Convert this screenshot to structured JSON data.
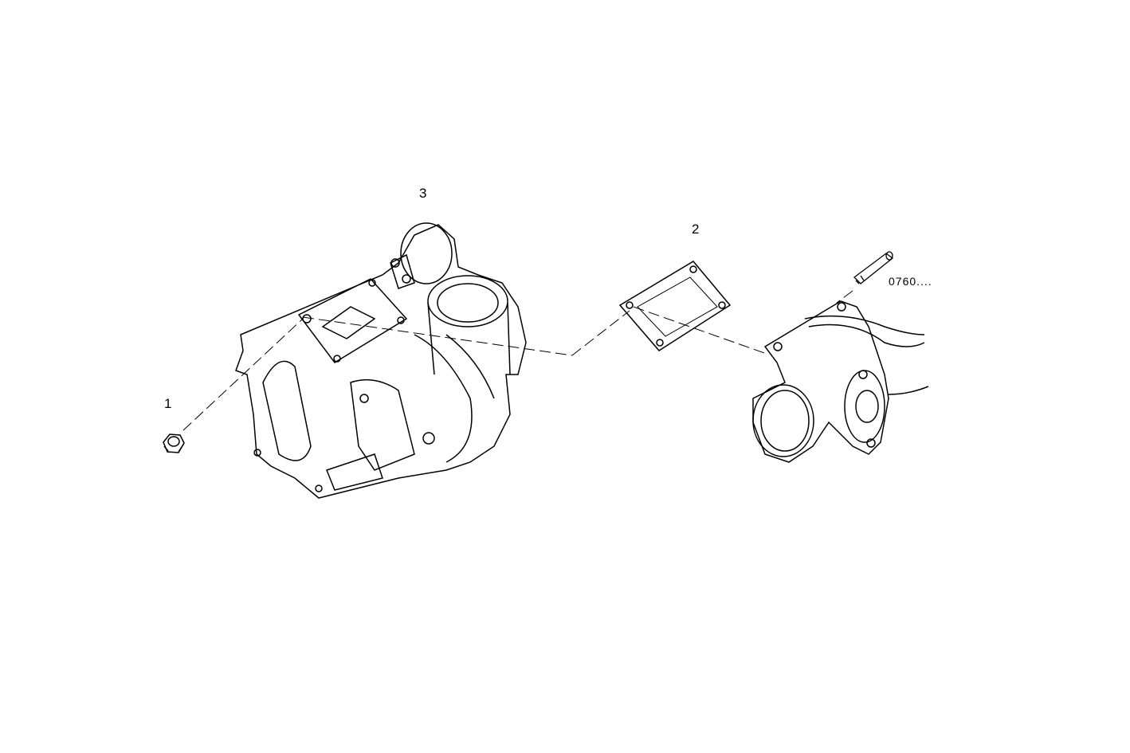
{
  "diagram": {
    "callouts": [
      {
        "number": "1",
        "part": "nut"
      },
      {
        "number": "2",
        "part": "gasket"
      },
      {
        "number": "3",
        "part": "turbocharger"
      }
    ],
    "reference_code": "0760....",
    "line_color": "#000000",
    "background": "#ffffff"
  }
}
